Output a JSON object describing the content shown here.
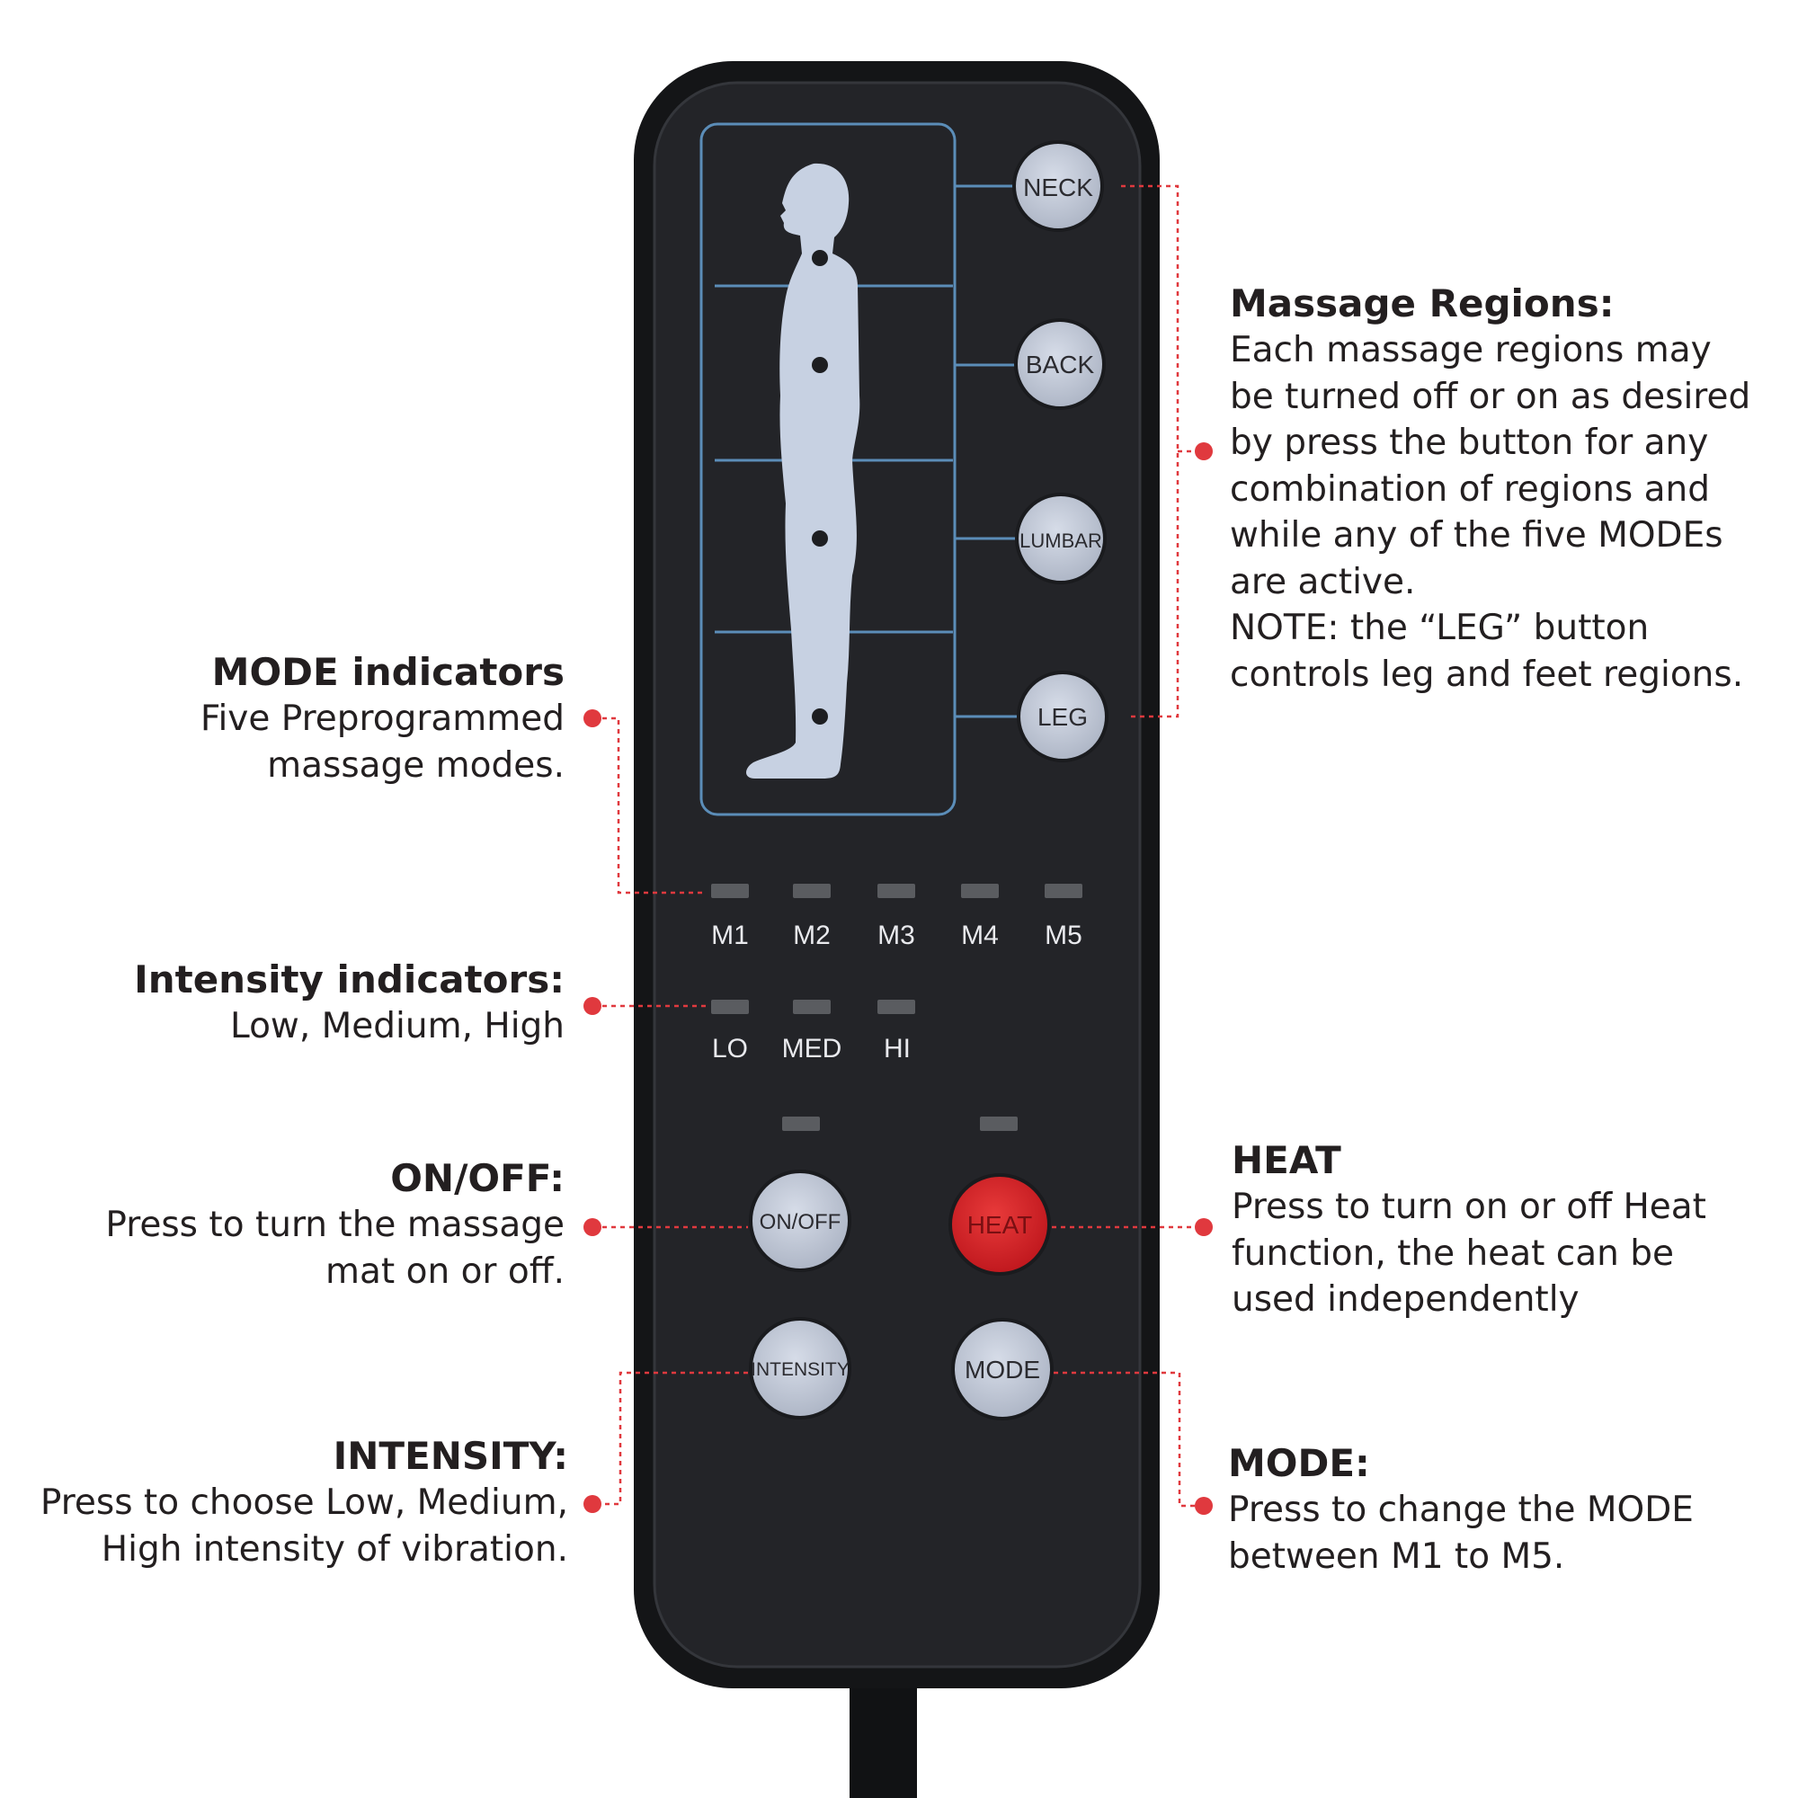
{
  "remote": {
    "buttons": {
      "neck": "NECK",
      "back": "BACK",
      "lumbar": "LUMBAR",
      "leg": "LEG",
      "on_off": "ON/OFF",
      "heat": "HEAT",
      "intensity": "INTENSITY",
      "mode": "MODE"
    },
    "mode_labels": [
      "M1",
      "M2",
      "M3",
      "M4",
      "M5"
    ],
    "intensity_labels": [
      "LO",
      "MED",
      "HI"
    ]
  },
  "annotations": {
    "massage_regions": {
      "title": "Massage Regions:",
      "lines": [
        "Each massage regions may",
        "be turned off or on as desired",
        "by press the button for any",
        "combination of regions and",
        "while any of the five MODEs",
        "are active.",
        "NOTE: the “LEG” button",
        "controls leg and feet regions."
      ]
    },
    "mode_indicators": {
      "title": "MODE indicators",
      "lines": [
        "Five Preprogrammed",
        "massage modes."
      ]
    },
    "intensity_indicators": {
      "title": "Intensity indicators:",
      "lines": [
        "Low, Medium, High"
      ]
    },
    "on_off": {
      "title": "ON/OFF:",
      "lines": [
        "Press to turn the massage",
        "mat on or off."
      ]
    },
    "heat": {
      "title": "HEAT",
      "lines": [
        "Press to turn on or off Heat",
        "function, the heat can be",
        "used independently"
      ]
    },
    "intensity": {
      "title": "INTENSITY:",
      "lines": [
        "Press to choose Low, Medium,",
        "High intensity of vibration."
      ]
    },
    "mode": {
      "title": "MODE:",
      "lines": [
        "Press to change the MODE",
        "between M1 to M5."
      ]
    }
  },
  "colors": {
    "remote_body": "#1d1e21",
    "button_fill": "#c3cad8",
    "heat_button": "#d8232a",
    "callout": "#e0393e",
    "panel_line": "#5b8db8",
    "text": "#231f20"
  }
}
